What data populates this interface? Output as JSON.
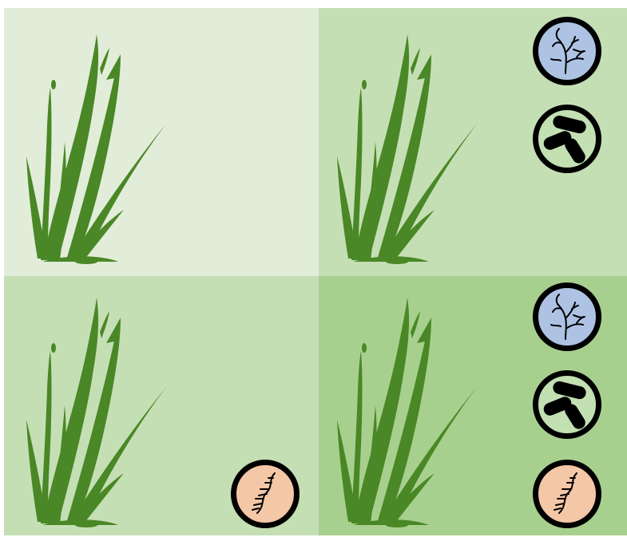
{
  "colors": {
    "background": "#ffffff",
    "panel_top_left": "#e1edd9",
    "panel_top_right": "#c5dfb5",
    "panel_bottom_left": "#c5dfb5",
    "panel_bottom_right": "#a7d08e",
    "plant": "#4a8726",
    "fungi_badge": "#aec3e3",
    "bacteria_badge": "#c3e0b3",
    "virus_badge": "#f4c7a6",
    "outline": "#000000"
  },
  "panels": [
    {
      "id": "top-left",
      "symbols": []
    },
    {
      "id": "top-right",
      "symbols": [
        "fungi-icon",
        "bacteria-icon"
      ]
    },
    {
      "id": "bottom-left",
      "symbols": [
        "virus-icon"
      ]
    },
    {
      "id": "bottom-right",
      "symbols": [
        "fungi-icon",
        "bacteria-icon",
        "virus-icon"
      ]
    }
  ]
}
